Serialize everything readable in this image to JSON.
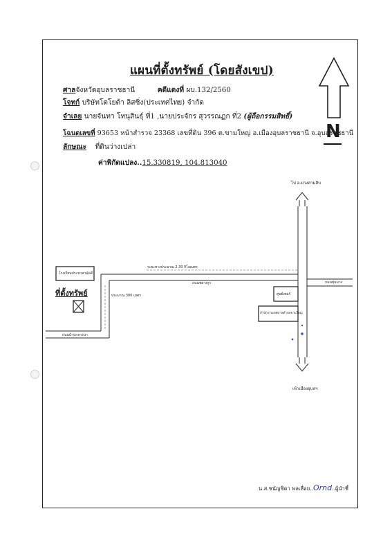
{
  "document": {
    "title": "แผนที่ตั้งทรัพย์ (โดยสังเขป)",
    "court": {
      "label": "ศาล",
      "value": "จังหวัดอุบลราชธานี",
      "case_label": "คดีแดงที่",
      "case_no": "ผบ.132/2560"
    },
    "plaintiff": {
      "label": "โจทก์",
      "value": "บริษัทโตโยต้า ลิสซิ่ง(ประเทศไทย) จำกัด"
    },
    "defendant": {
      "label": "จำเลย",
      "value": "นายจันทา โทนุสินธุ์ ที่1 ,นายประจักร สุวรรณฏก ที่2",
      "note": "(ผู้ถือกรรมสิทธิ์)"
    },
    "deed": {
      "label": "โฉนดเลขที่",
      "value": "93653 หน้าสำรวจ 23368 เลขที่ดิน 396 ต.ขามใหญ่ อ.เมืองอุบลราชธานี จ.อุบลราชธานี"
    },
    "nature": {
      "label": "ลักษณะ",
      "value": "ที่ดินว่างเปล่า"
    },
    "coords": {
      "label": "ค่าพิกัดแปลง..",
      "value": "15.330819, 104.813040"
    }
  },
  "north": {
    "letter": "N",
    "icon": "north-arrow-icon"
  },
  "map": {
    "to_north": "ไป อ.ม่วงสามสิบ",
    "to_south": "เข้าเมืองอุบลฯ",
    "main_road_label": "ถนนชยางกูร",
    "branch_road_label": "ถนนขุ่มมาง",
    "side_road_label": "ถนนบ้านกลางนา",
    "school": "โรงเรียนประชาสามัคคี",
    "distance_main": "ระยะทางประมาณ 2.30 กิโลเมตร",
    "distance_side": "ประมาณ 300 เมตร",
    "shop1": "ศูนย์เซอร์",
    "shop2": "สำนักงานเทศบาลตำบลขามใหญ่",
    "property_label": "ที่ตั้งทรัพย์"
  },
  "footer": {
    "prefix": "น.ส.ชนัญชิดา พลเลื่อย..",
    "signature": "Ornd",
    "suffix": "..ผู้นำชี้"
  }
}
